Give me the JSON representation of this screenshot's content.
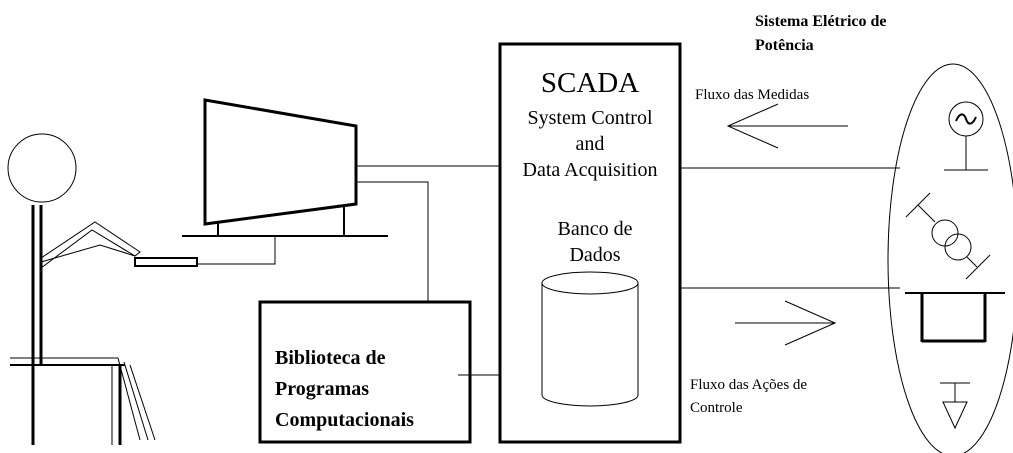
{
  "power_system": {
    "title_line1": "Sistema  Elétrico de",
    "title_line2": "Potência"
  },
  "scada": {
    "title": "SCADA",
    "subtitle_line1": "System Control",
    "subtitle_line2": "and",
    "subtitle_line3": "Data Acquisition",
    "db_line1": "Banco de",
    "db_line2": "Dados"
  },
  "library": {
    "line1": "Biblioteca de",
    "line2": "Programas",
    "line3": "Computacionais"
  },
  "flows": {
    "measurements": "Fluxo das Medidas",
    "control_line1": "Fluxo das Ações de",
    "control_line2": "Controle"
  }
}
